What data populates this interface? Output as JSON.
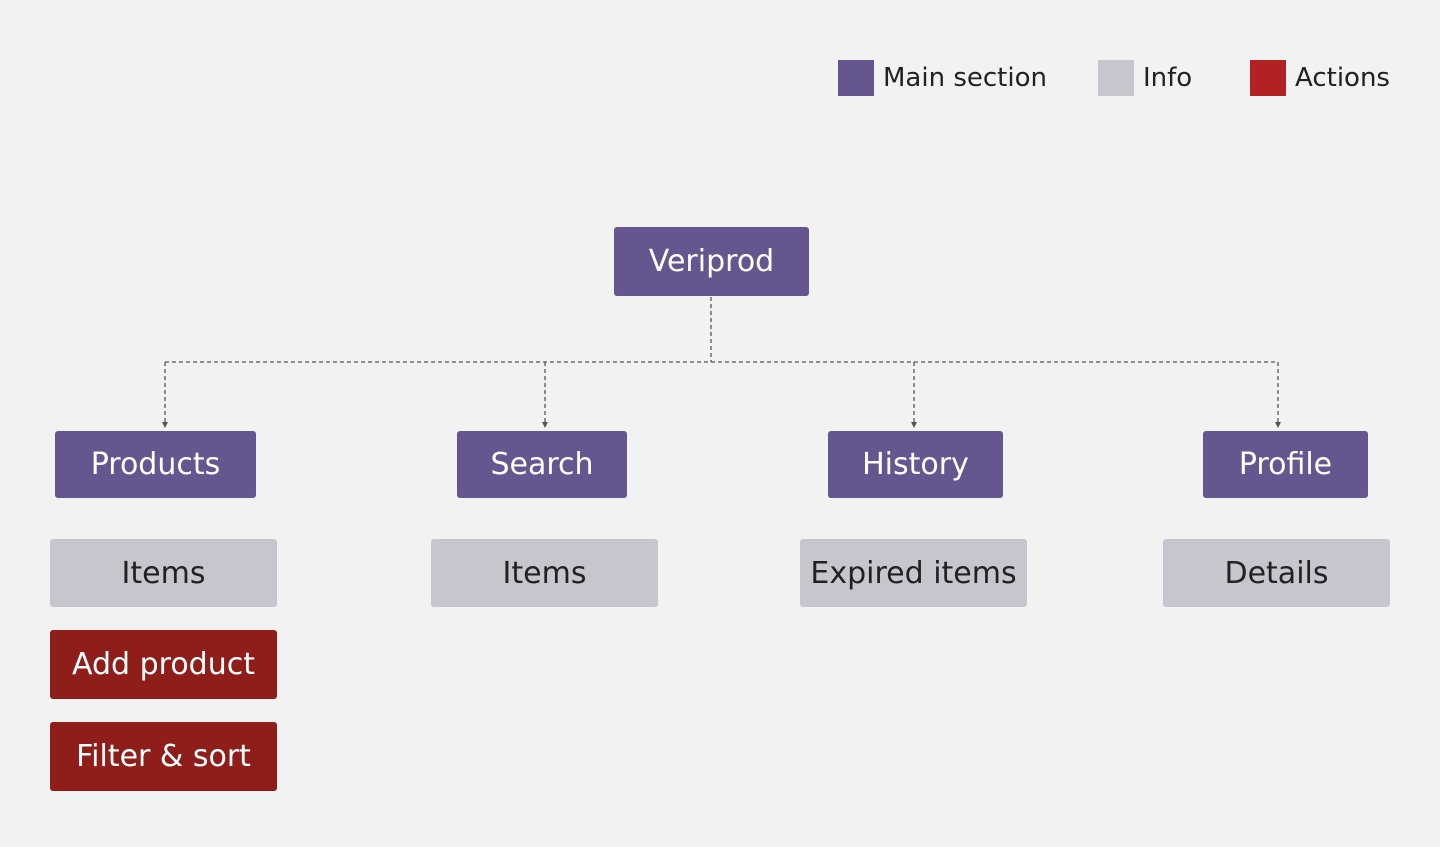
{
  "legend": {
    "main_label": "Main section",
    "info_label": "Info",
    "actions_label": "Actions",
    "main_color": "#65568f",
    "info_color": "#c9c5ce",
    "actions_color": "#b22222"
  },
  "diagram": {
    "root": "Veriprod",
    "products": {
      "label": "Products",
      "items_label": "Items",
      "add_label": "Add product",
      "filter_label": "Filter & sort"
    },
    "search": {
      "label": "Search",
      "items_label": "Items"
    },
    "history": {
      "label": "History",
      "expired_label": "Expired items"
    },
    "profile": {
      "label": "Profile",
      "details_label": "Details"
    }
  }
}
